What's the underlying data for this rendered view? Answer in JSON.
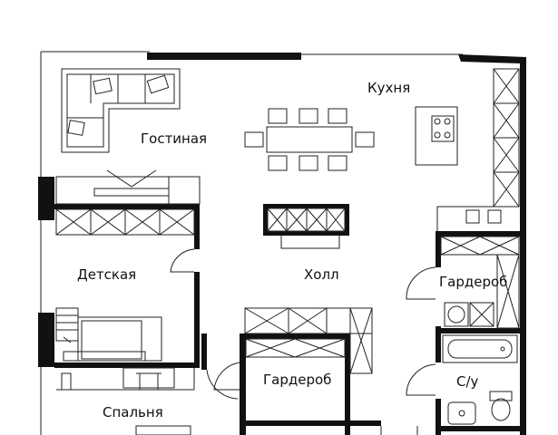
{
  "rooms": {
    "kitchen": "Кухня",
    "living": "Гостиная",
    "kids": "Детская",
    "hall": "Холл",
    "wardrobe_right": "Гардероб",
    "wardrobe_center": "Гардероб",
    "bathroom": "С/у",
    "bedroom": "Спальня"
  },
  "colors": {
    "wall": "#111111",
    "line": "#222222",
    "background": "#ffffff"
  }
}
